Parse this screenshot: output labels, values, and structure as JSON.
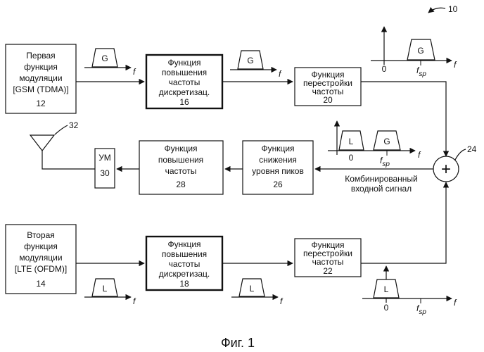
{
  "figure_number": "10",
  "caption": "Фиг. 1",
  "blocks": {
    "modulation1": {
      "lines": [
        "Первая",
        "функция",
        "модуляции",
        "[GSM (TDMA)]"
      ],
      "number": "12"
    },
    "upsample1": {
      "lines": [
        "Функция",
        "повышения",
        "частоты",
        "дискретизац."
      ],
      "number": "16"
    },
    "retune1": {
      "lines": [
        "Функция",
        "перестройки",
        "частоты"
      ],
      "number": "20"
    },
    "modulation2": {
      "lines": [
        "Вторая",
        "функция",
        "модуляции",
        "[LTE (OFDM)]"
      ],
      "number": "14"
    },
    "upsample2": {
      "lines": [
        "Функция",
        "повышения",
        "частоты",
        "дискретизац."
      ],
      "number": "18"
    },
    "retune2": {
      "lines": [
        "Функция",
        "перестройки",
        "частоты"
      ],
      "number": "22"
    },
    "pcr": {
      "lines": [
        "Функция",
        "снижения",
        "уровня пиков"
      ],
      "number": "26"
    },
    "upconv": {
      "lines": [
        "Функция",
        "повышения",
        "частоты"
      ],
      "number": "28"
    },
    "pa": {
      "lines": [
        "УМ"
      ],
      "number": "30"
    }
  },
  "combiner": {
    "number": "24",
    "symbol": "+"
  },
  "antenna": {
    "number": "32"
  },
  "combined_label": [
    "Комбинированный",
    "входной сигнал"
  ],
  "spectrum": {
    "g_label": "G",
    "l_label": "L",
    "freq_label": "f",
    "zero_label": "0",
    "fsp_main": "f",
    "fsp_sub": "sp"
  },
  "colors": {
    "ink": "#111111",
    "background": "#ffffff"
  }
}
